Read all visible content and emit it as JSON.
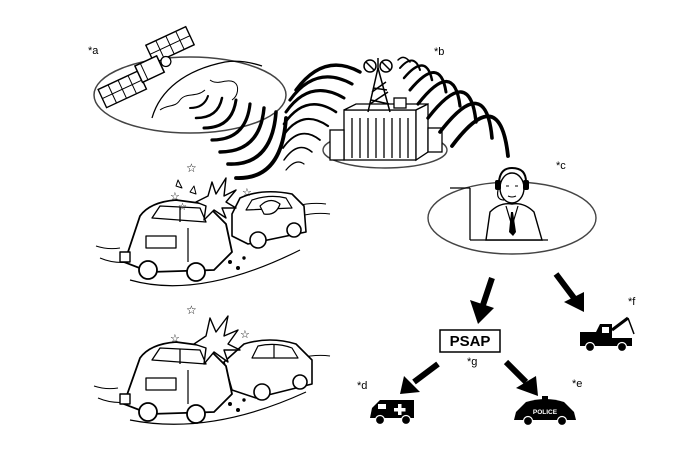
{
  "labels": {
    "a": "*a",
    "b": "*b",
    "c": "*c",
    "d": "*d",
    "e": "*e",
    "f": "*f",
    "g": "*g"
  },
  "psap": "PSAP",
  "police": "POLICE",
  "colors": {
    "line": "#000000",
    "background": "#ffffff",
    "fill_dark": "#000000"
  }
}
